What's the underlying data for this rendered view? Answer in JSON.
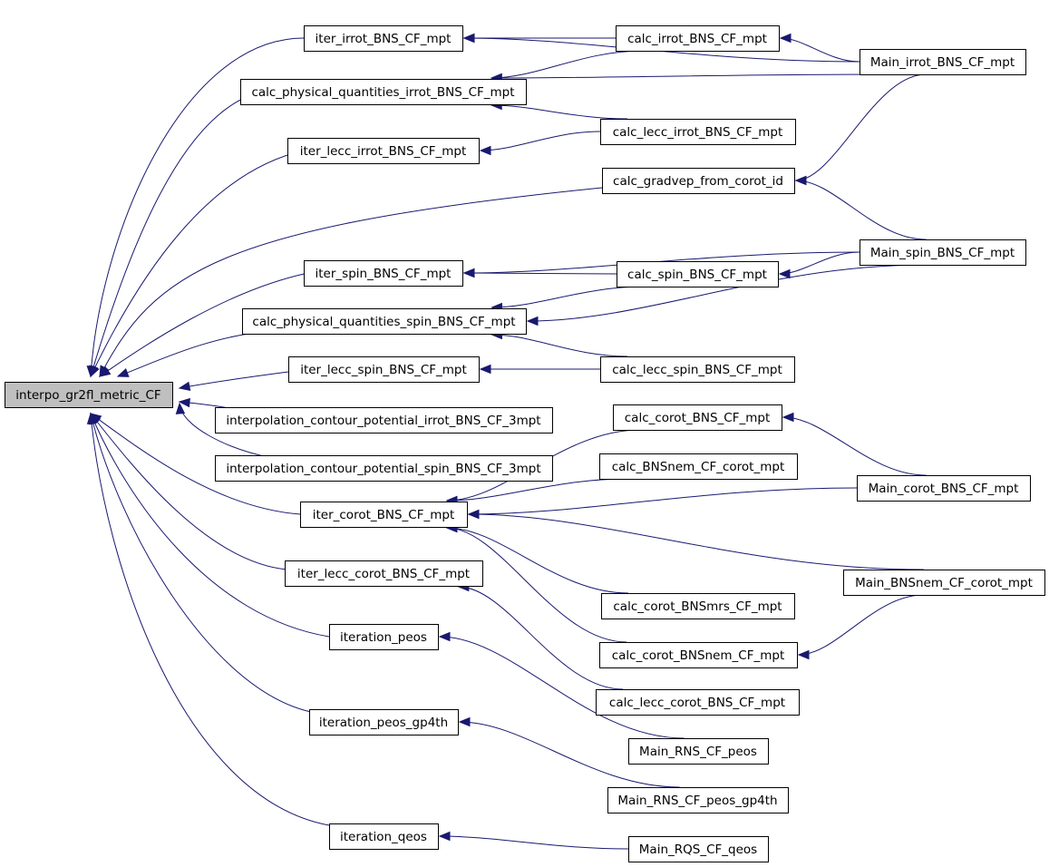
{
  "graph": {
    "root": "interpo_gr2fl_metric_CF",
    "nodes": [
      {
        "id": "root",
        "label": "interpo_gr2fl_metric_CF"
      },
      {
        "id": "iter_irrot",
        "label": "iter_irrot_BNS_CF_mpt"
      },
      {
        "id": "calc_phys_irrot",
        "label": "calc_physical_quantities_irrot_BNS_CF_mpt"
      },
      {
        "id": "iter_lecc_irrot",
        "label": "iter_lecc_irrot_BNS_CF_mpt"
      },
      {
        "id": "iter_spin",
        "label": "iter_spin_BNS_CF_mpt"
      },
      {
        "id": "calc_phys_spin",
        "label": "calc_physical_quantities_spin_BNS_CF_mpt"
      },
      {
        "id": "iter_lecc_spin",
        "label": "iter_lecc_spin_BNS_CF_mpt"
      },
      {
        "id": "interp_irrot",
        "label": "interpolation_contour_potential_irrot_BNS_CF_3mpt"
      },
      {
        "id": "interp_spin",
        "label": "interpolation_contour_potential_spin_BNS_CF_3mpt"
      },
      {
        "id": "iter_corot",
        "label": "iter_corot_BNS_CF_mpt"
      },
      {
        "id": "iter_lecc_corot",
        "label": "iter_lecc_corot_BNS_CF_mpt"
      },
      {
        "id": "iteration_peos",
        "label": "iteration_peos"
      },
      {
        "id": "iteration_peos_gp4th",
        "label": "iteration_peos_gp4th"
      },
      {
        "id": "iteration_qeos",
        "label": "iteration_qeos"
      },
      {
        "id": "calc_irrot",
        "label": "calc_irrot_BNS_CF_mpt"
      },
      {
        "id": "calc_lecc_irrot",
        "label": "calc_lecc_irrot_BNS_CF_mpt"
      },
      {
        "id": "calc_gradvep",
        "label": "calc_gradvep_from_corot_id"
      },
      {
        "id": "calc_spin",
        "label": "calc_spin_BNS_CF_mpt"
      },
      {
        "id": "calc_lecc_spin",
        "label": "calc_lecc_spin_BNS_CF_mpt"
      },
      {
        "id": "calc_corot",
        "label": "calc_corot_BNS_CF_mpt"
      },
      {
        "id": "calc_bnsnem_corot",
        "label": "calc_BNSnem_CF_corot_mpt"
      },
      {
        "id": "calc_corot_bnsmrs",
        "label": "calc_corot_BNSmrs_CF_mpt"
      },
      {
        "id": "calc_corot_bnsnem",
        "label": "calc_corot_BNSnem_CF_mpt"
      },
      {
        "id": "calc_lecc_corot",
        "label": "calc_lecc_corot_BNS_CF_mpt"
      },
      {
        "id": "main_rns_peos",
        "label": "Main_RNS_CF_peos"
      },
      {
        "id": "main_rns_peos_gp4th",
        "label": "Main_RNS_CF_peos_gp4th"
      },
      {
        "id": "main_rqs_qeos",
        "label": "Main_RQS_CF_qeos"
      },
      {
        "id": "main_irrot",
        "label": "Main_irrot_BNS_CF_mpt"
      },
      {
        "id": "main_spin",
        "label": "Main_spin_BNS_CF_mpt"
      },
      {
        "id": "main_corot",
        "label": "Main_corot_BNS_CF_mpt"
      },
      {
        "id": "main_bnsnem_corot",
        "label": "Main_BNSnem_CF_corot_mpt"
      }
    ],
    "edges": [
      {
        "from": "iter_irrot",
        "to": "root"
      },
      {
        "from": "calc_phys_irrot",
        "to": "root"
      },
      {
        "from": "iter_lecc_irrot",
        "to": "root"
      },
      {
        "from": "calc_gradvep",
        "to": "root"
      },
      {
        "from": "iter_spin",
        "to": "root"
      },
      {
        "from": "calc_phys_spin",
        "to": "root"
      },
      {
        "from": "iter_lecc_spin",
        "to": "root"
      },
      {
        "from": "interp_irrot",
        "to": "root"
      },
      {
        "from": "interp_spin",
        "to": "root"
      },
      {
        "from": "iter_corot",
        "to": "root"
      },
      {
        "from": "iter_lecc_corot",
        "to": "root"
      },
      {
        "from": "iteration_peos",
        "to": "root"
      },
      {
        "from": "iteration_peos_gp4th",
        "to": "root"
      },
      {
        "from": "iteration_qeos",
        "to": "root"
      },
      {
        "from": "calc_irrot",
        "to": "iter_irrot"
      },
      {
        "from": "main_irrot",
        "to": "iter_irrot"
      },
      {
        "from": "calc_irrot",
        "to": "calc_phys_irrot"
      },
      {
        "from": "main_irrot",
        "to": "calc_phys_irrot"
      },
      {
        "from": "calc_lecc_irrot",
        "to": "calc_phys_irrot"
      },
      {
        "from": "calc_lecc_irrot",
        "to": "iter_lecc_irrot"
      },
      {
        "from": "main_irrot",
        "to": "calc_irrot"
      },
      {
        "from": "main_irrot",
        "to": "calc_gradvep"
      },
      {
        "from": "main_spin",
        "to": "calc_gradvep"
      },
      {
        "from": "main_spin",
        "to": "iter_spin"
      },
      {
        "from": "calc_spin",
        "to": "iter_spin"
      },
      {
        "from": "main_spin",
        "to": "calc_spin"
      },
      {
        "from": "calc_spin",
        "to": "calc_phys_spin"
      },
      {
        "from": "main_spin",
        "to": "calc_phys_spin"
      },
      {
        "from": "calc_lecc_spin",
        "to": "calc_phys_spin"
      },
      {
        "from": "calc_lecc_spin",
        "to": "iter_lecc_spin"
      },
      {
        "from": "calc_corot",
        "to": "iter_corot"
      },
      {
        "from": "calc_bnsnem_corot",
        "to": "iter_corot"
      },
      {
        "from": "main_corot",
        "to": "iter_corot"
      },
      {
        "from": "main_bnsnem_corot",
        "to": "iter_corot"
      },
      {
        "from": "calc_corot_bnsmrs",
        "to": "iter_corot"
      },
      {
        "from": "calc_corot_bnsnem",
        "to": "iter_corot"
      },
      {
        "from": "main_corot",
        "to": "calc_corot"
      },
      {
        "from": "main_bnsnem_corot",
        "to": "calc_corot_bnsnem"
      },
      {
        "from": "calc_lecc_corot",
        "to": "iter_lecc_corot"
      },
      {
        "from": "main_rns_peos",
        "to": "iteration_peos"
      },
      {
        "from": "main_rns_peos_gp4th",
        "to": "iteration_peos_gp4th"
      },
      {
        "from": "main_rqs_qeos",
        "to": "iteration_qeos"
      }
    ]
  }
}
